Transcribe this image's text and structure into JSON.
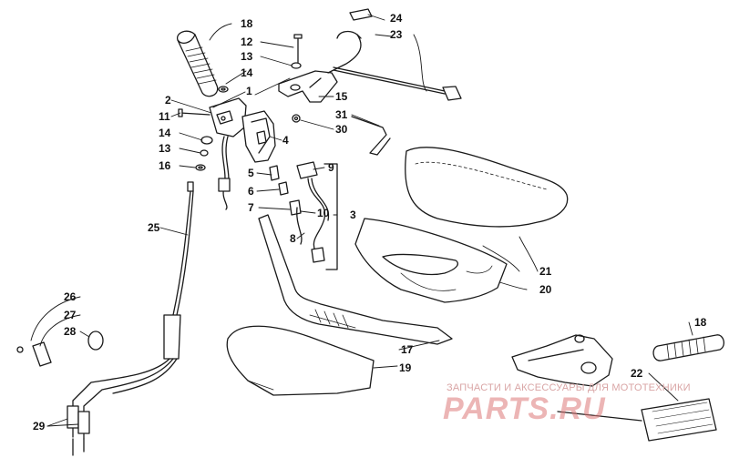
{
  "callouts": {
    "c1": "1",
    "c2": "2",
    "c3": "3",
    "c4": "4",
    "c5": "5",
    "c6": "6",
    "c7": "7",
    "c8": "8",
    "c9": "9",
    "c10": "10",
    "c11": "11",
    "c12": "12",
    "c13a": "13",
    "c13b": "13",
    "c14a": "14",
    "c14b": "14",
    "c15": "15",
    "c16": "16",
    "c17": "17",
    "c18a": "18",
    "c18b": "18",
    "c19": "19",
    "c20": "20",
    "c21": "21",
    "c22": "22",
    "c23": "23",
    "c24": "24",
    "c25": "25",
    "c26": "26",
    "c27": "27",
    "c28": "28",
    "c29": "29",
    "c30": "30",
    "c31": "31"
  },
  "watermark": {
    "tagline": "ЗАПЧАСТИ И АКСЕССУАРЫ ДЛЯ МОТОТЕХНИКИ",
    "logo": "PARTS.RU",
    "color": "#d9a5a5"
  },
  "colors": {
    "line": "#1a1a1a",
    "background": "#ffffff"
  }
}
